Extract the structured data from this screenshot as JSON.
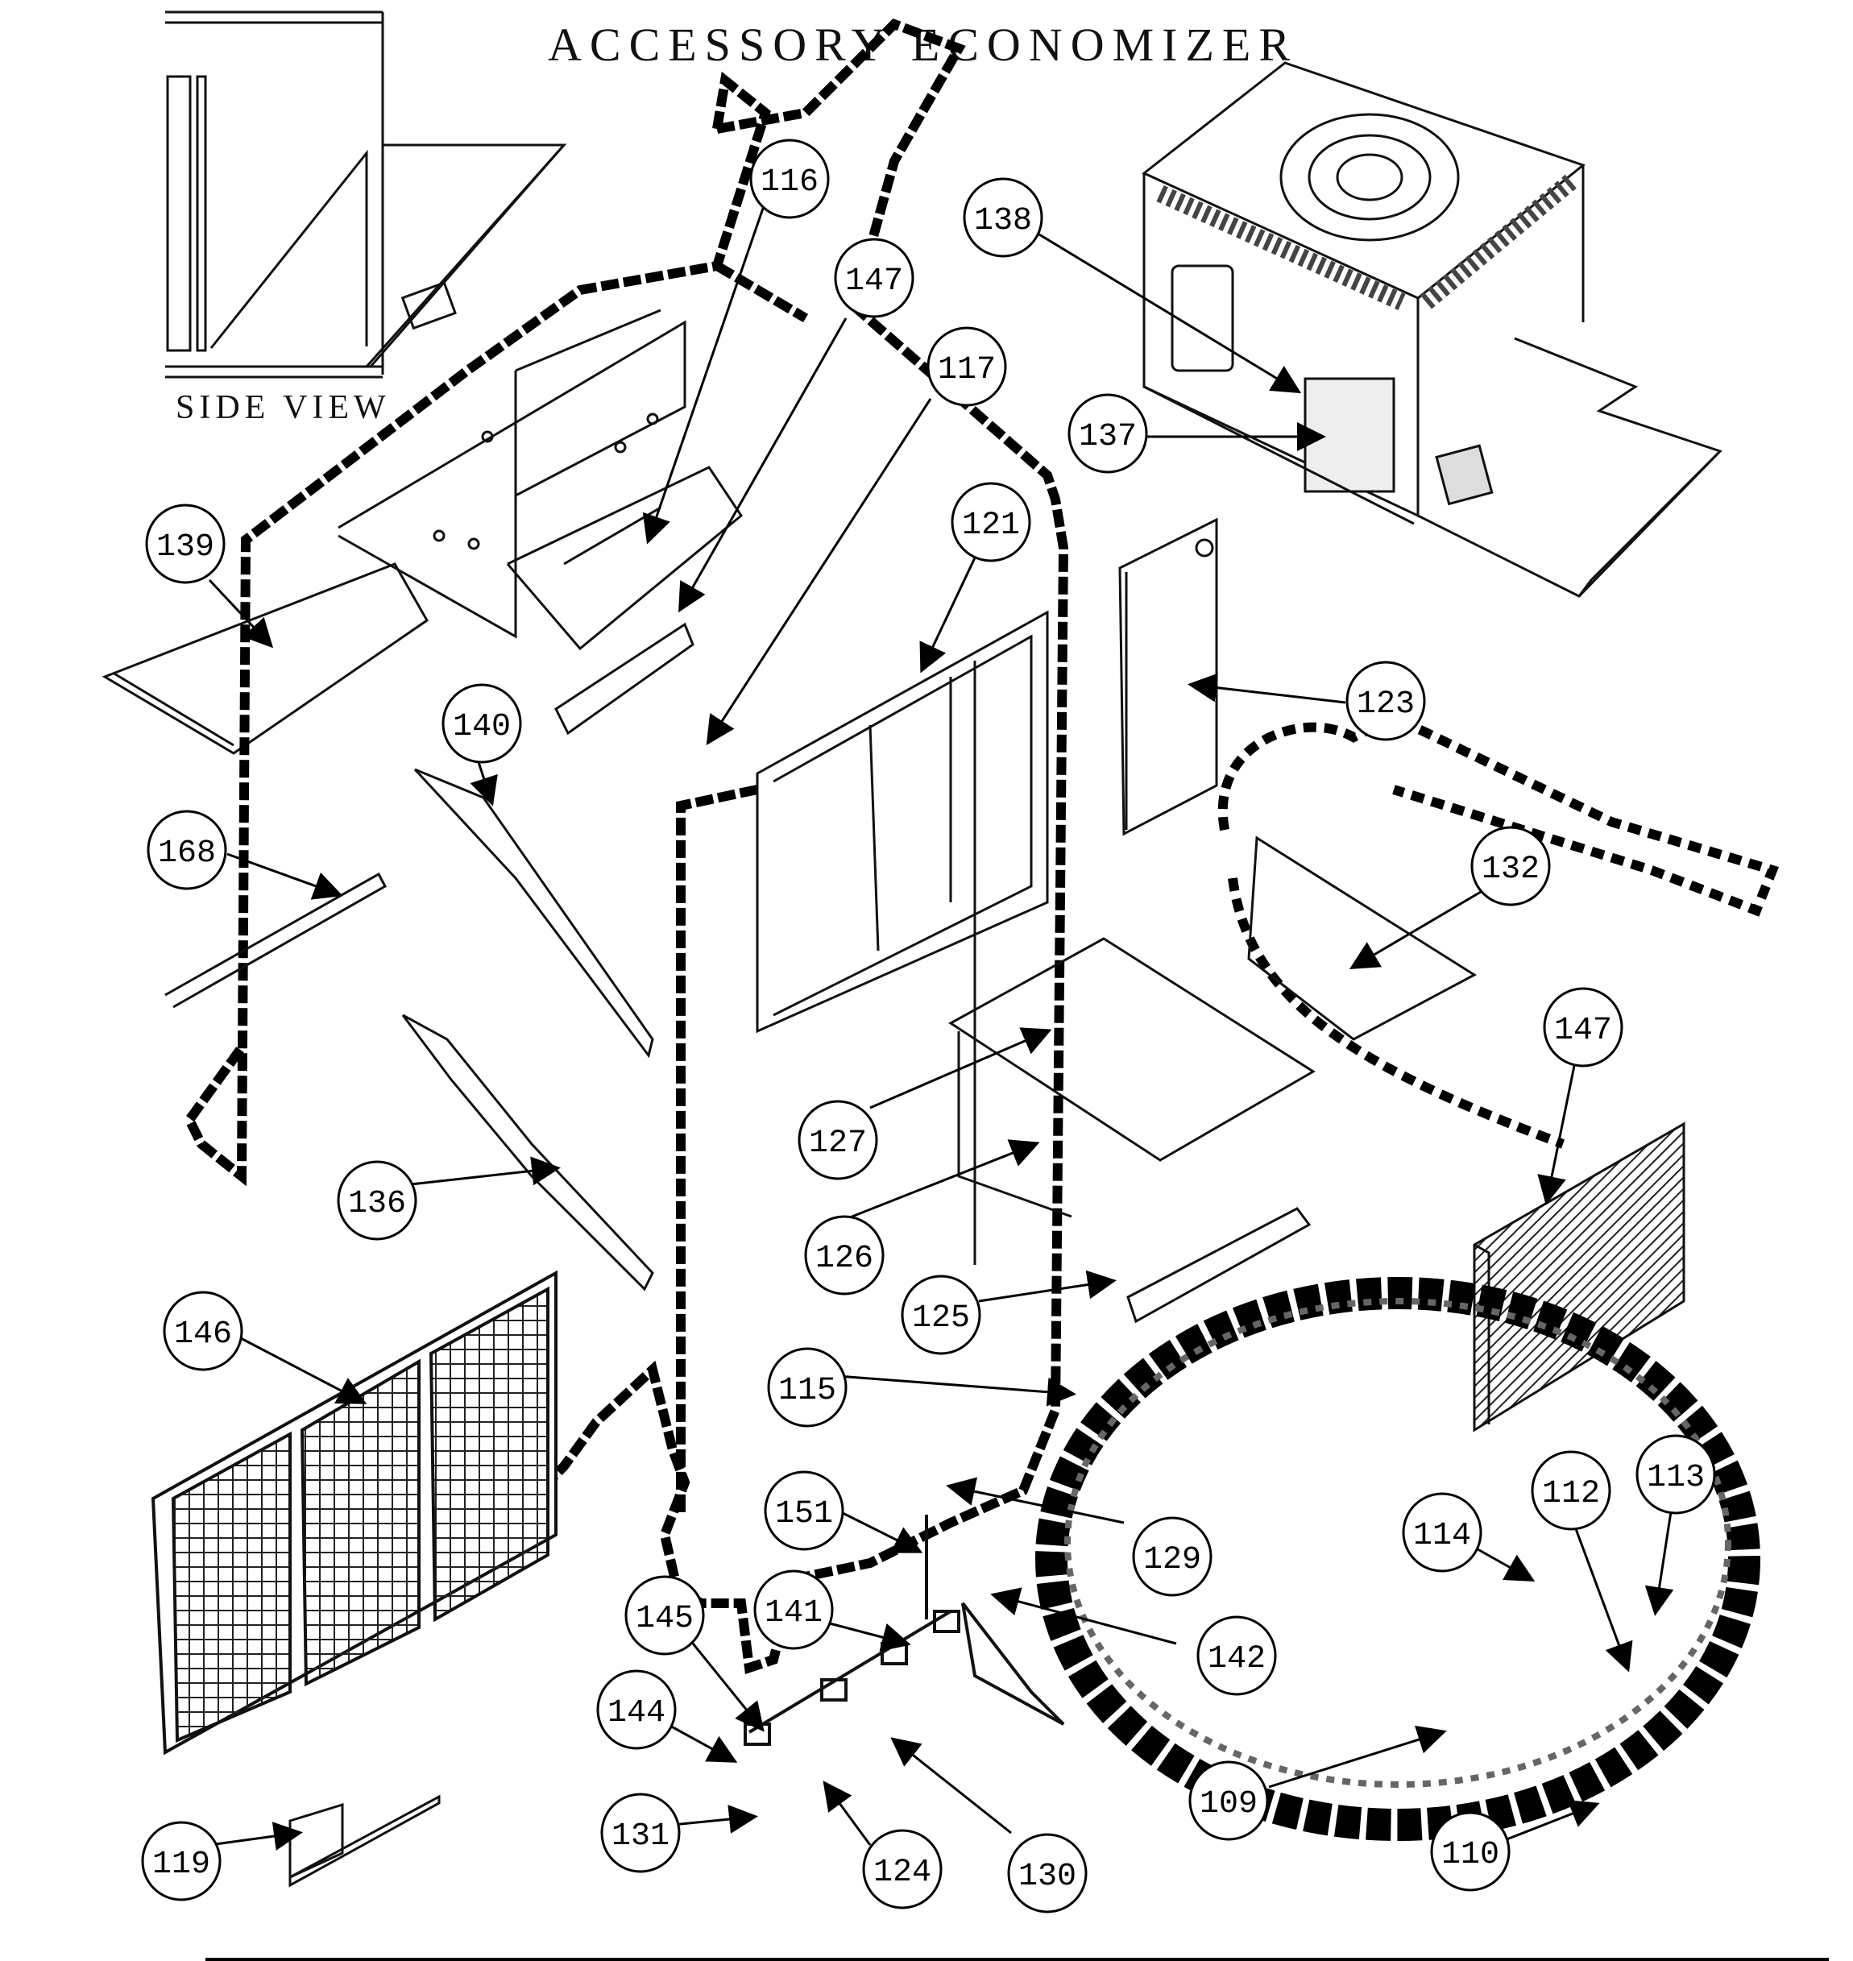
{
  "title": "ACCESSORY ECONOMIZER",
  "inset_label": "SIDE VIEW",
  "callouts": {
    "c116": "116",
    "c147a": "147",
    "c117": "117",
    "c138": "138",
    "c137": "137",
    "c139": "139",
    "c121": "121",
    "c123": "123",
    "c140": "140",
    "c168": "168",
    "c132": "132",
    "c147b": "147",
    "c127": "127",
    "c136": "136",
    "c126": "126",
    "c146": "146",
    "c125": "125",
    "c115": "115",
    "c151": "151",
    "c129": "129",
    "c114": "114",
    "c112": "112",
    "c113": "113",
    "c145": "145",
    "c141": "141",
    "c142": "142",
    "c144": "144",
    "c109": "109",
    "c110": "110",
    "c131": "131",
    "c124": "124",
    "c130": "130",
    "c119": "119"
  }
}
